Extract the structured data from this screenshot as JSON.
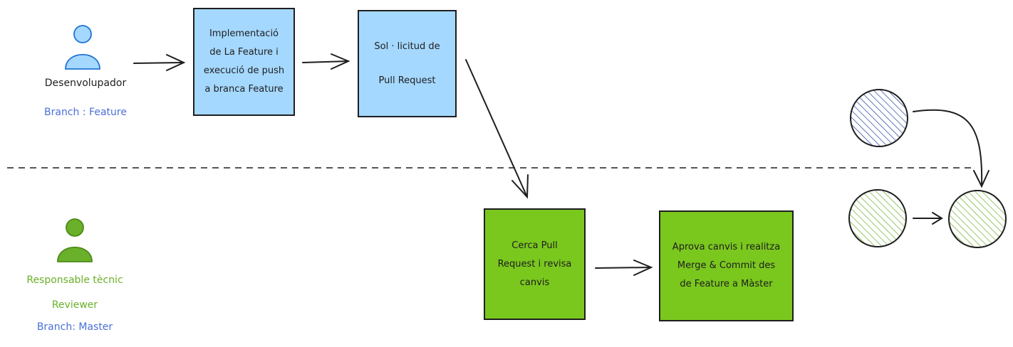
{
  "actors": {
    "developer": {
      "name": "Desenvolupador",
      "branch": "Branch : Feature",
      "color": "#4a6fd8",
      "icon": "person-icon"
    },
    "reviewer": {
      "role": "Responsable tècnic",
      "name": "Reviewer",
      "branch": "Branch: Master",
      "color": "#6ab02a",
      "branch_color": "#4a6fd8",
      "icon": "person-icon"
    }
  },
  "steps": {
    "implement": {
      "lines": [
        "Implementació",
        "de La Feature i",
        "execució de push",
        "a branca Feature"
      ],
      "fill": "#a5d8ff"
    },
    "pull_request": {
      "lines": [
        "Sol · licitud de",
        "Pull Request"
      ],
      "fill": "#a5d8ff"
    },
    "review": {
      "lines": [
        "Cerca Pull",
        "Request i revisa",
        "canvis"
      ],
      "fill": "#7ac71e"
    },
    "merge": {
      "lines": [
        "Aprova canvis i realitza",
        "Merge & Commit des",
        "de Feature a Màster"
      ],
      "fill": "#7ac71e"
    }
  },
  "branch_nodes": {
    "feature_color": "#1f3f9e",
    "master_color": "#6ab02a"
  }
}
